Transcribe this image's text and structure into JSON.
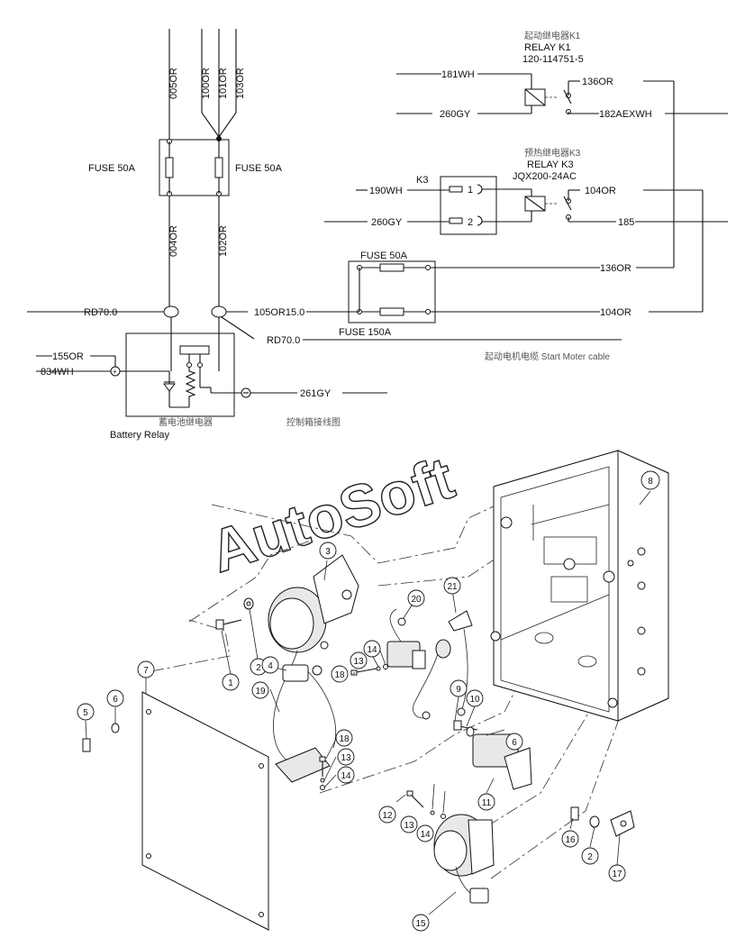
{
  "wiring": {
    "top_wires": [
      "005OR",
      "100OR",
      "101OR",
      "103OR"
    ],
    "fuse_left": "FUSE 50A",
    "fuse_right": "FUSE 50A",
    "mid_left": "004OR",
    "mid_right": "102OR",
    "rd70_left": "RD70.0",
    "rd70_right": "RD70.0",
    "wire_105": "105OR15.0",
    "wire_155": "155OR",
    "wire_834": "834WH",
    "wire_261": "261GY",
    "battery_relay_cn": "蓄电池继电器",
    "battery_relay_en": "Battery Relay",
    "control_box_cn": "控制箱接线图",
    "relay_k1_cn": "起动继电器K1",
    "relay_k1_en": "RELAY K1",
    "relay_k1_pn": "120-114751-5",
    "wire_181": "181WH",
    "wire_260_a": "260GY",
    "wire_136_a": "136OR",
    "wire_182": "182AEXWH",
    "relay_k3_cn": "预热继电器K3",
    "relay_k3_en": "RELAY K3",
    "relay_k3_pn": "JQX200-24AC",
    "k3_tag": "K3",
    "wire_190": "190WH",
    "wire_260_b": "260GY",
    "pin1": "1",
    "pin2": "2",
    "wire_104_a": "104OR",
    "wire_185": "185",
    "fuse_box_top": "FUSE  50A",
    "fuse_box_bottom": "FUSE  150A",
    "wire_136_b": "136OR",
    "wire_104_b": "104OR",
    "start_cable": "起动电机电缆 Start Moter cable"
  },
  "watermark": "AutoSoft",
  "callouts": [
    "1",
    "2",
    "3",
    "4",
    "5",
    "6",
    "7",
    "8",
    "9",
    "10",
    "6",
    "11",
    "12",
    "13",
    "14",
    "15",
    "16",
    "2",
    "17",
    "18",
    "13",
    "14",
    "18",
    "13",
    "14",
    "19",
    "20",
    "21"
  ]
}
